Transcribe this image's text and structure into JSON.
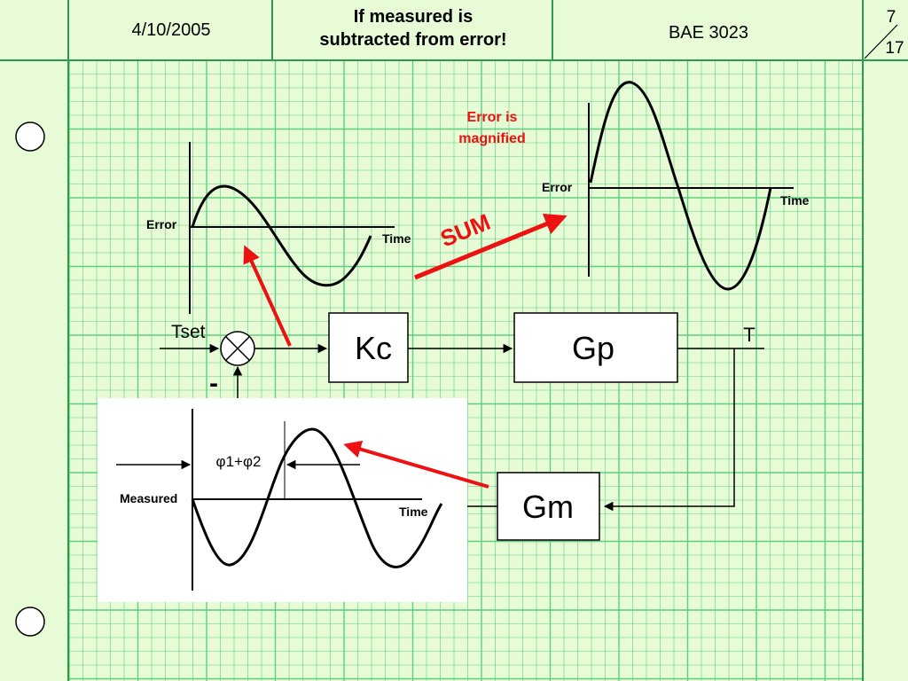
{
  "header": {
    "date": "4/10/2005",
    "title_line1": "If measured is",
    "title_line2": "subtracted from error!",
    "course": "BAE 3023",
    "page_current": "7",
    "page_total": "17"
  },
  "diagram": {
    "tset_label": "Tset",
    "minus_label": "-",
    "kc_label": "Kc",
    "gp_label": "Gp",
    "gm_label": "Gm",
    "t_label": "T",
    "sum_label": "SUM"
  },
  "plots": {
    "error_small": {
      "ylabel": "Error",
      "xlabel": "Time"
    },
    "error_large": {
      "ylabel": "Error",
      "xlabel": "Time",
      "note_line1": "Error is",
      "note_line2": "magnified"
    },
    "measured": {
      "ylabel": "Measured",
      "xlabel": "Time",
      "phase_label": "φ1+φ2"
    }
  },
  "colors": {
    "background": "#e6fbd6",
    "grid": "#5fcf7f",
    "highlight": "#ee1111"
  }
}
